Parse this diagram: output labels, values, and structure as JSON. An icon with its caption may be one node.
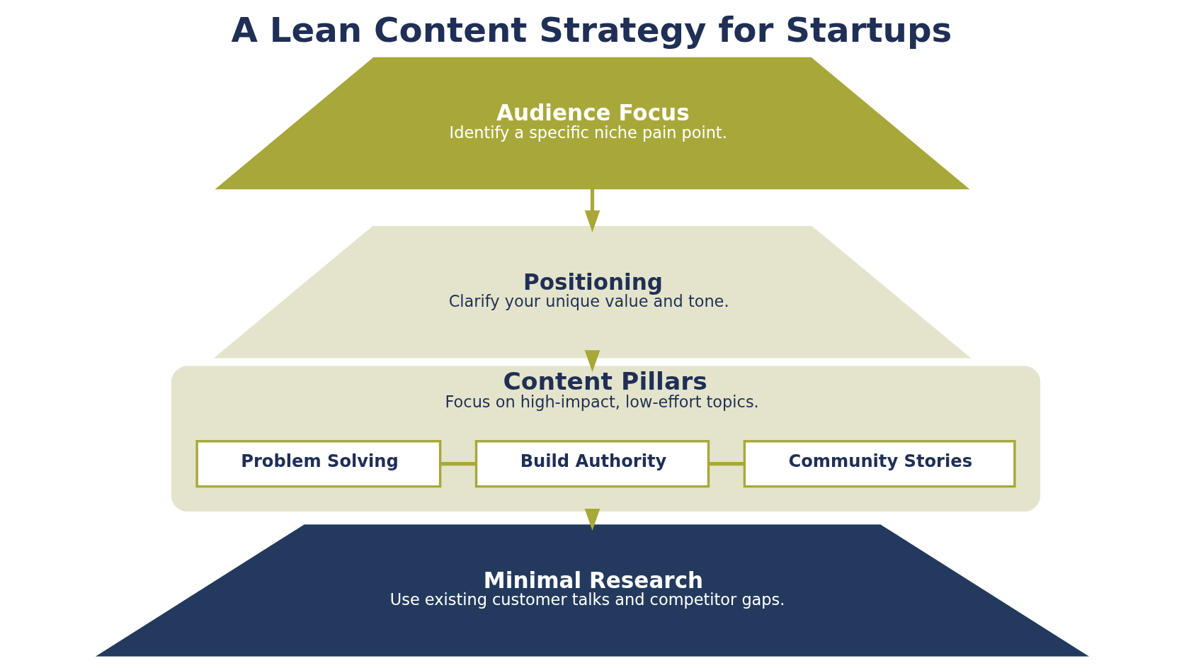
{
  "diagram": {
    "title": "A Lean Content Strategy for Startups",
    "nodes": [
      {
        "text": [
          "Audience Focus",
          "Identify a specific niche pain point."
        ]
      },
      {
        "text": [
          "Positioning",
          "Clarify your unique value and tone."
        ]
      },
      {
        "text": [
          "Content Pillars",
          "Focus on high-impact, low-effort topics."
        ]
      },
      {
        "text": [
          "Problem Solving"
        ],
        "in": 2
      },
      {
        "text": [
          "Build Authority"
        ],
        "in": 2
      },
      {
        "text": [
          "Community Stories"
        ],
        "in": 2
      },
      {
        "text": [
          "Minimal Research",
          "Use existing customer talks and competitor gaps."
        ]
      }
    ],
    "edges": [
      {
        "from": 0,
        "to": 1,
        "arrow": "to"
      },
      {
        "from": 1,
        "to": 2,
        "arrow": "to"
      },
      {
        "from": 3,
        "to": 4,
        "arrow": "none"
      },
      {
        "from": 4,
        "to": 5,
        "arrow": "none"
      },
      {
        "from": 2,
        "to": 6,
        "arrow": "to"
      }
    ]
  }
}
